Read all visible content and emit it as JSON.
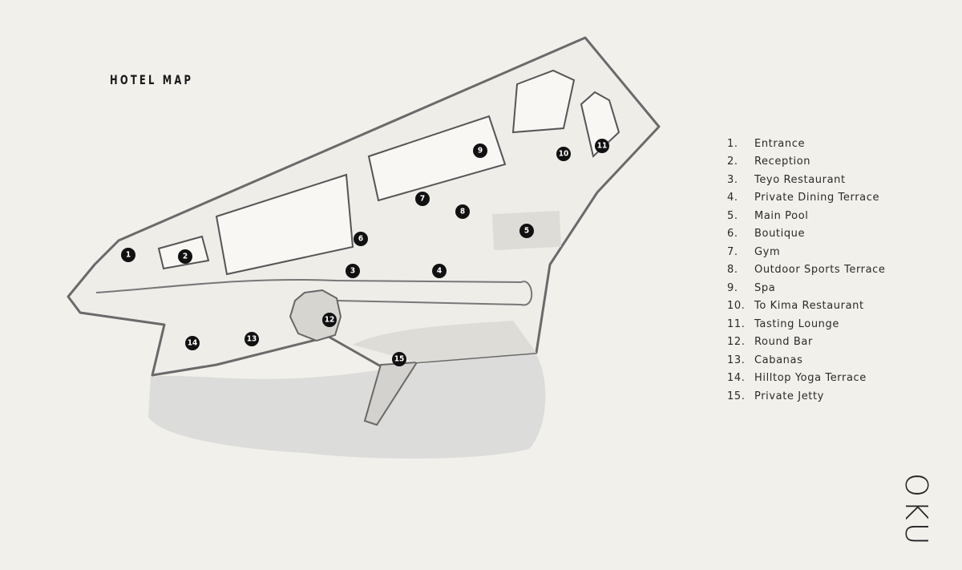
{
  "title": "HOTEL MAP",
  "logo": "OKU",
  "colors": {
    "background": "#f2f0ea",
    "land": "#eeede8",
    "water": "#dcdcda",
    "outline": "#6a6a6a",
    "marker": "#111111"
  },
  "legend": [
    {
      "num": "1.",
      "label": "Entrance"
    },
    {
      "num": "2.",
      "label": "Reception"
    },
    {
      "num": "3.",
      "label": "Teyo Restaurant"
    },
    {
      "num": "4.",
      "label": "Private Dining Terrace"
    },
    {
      "num": "5.",
      "label": "Main Pool"
    },
    {
      "num": "6.",
      "label": "Boutique"
    },
    {
      "num": "7.",
      "label": "Gym"
    },
    {
      "num": "8.",
      "label": "Outdoor Sports Terrace"
    },
    {
      "num": "9.",
      "label": "Spa"
    },
    {
      "num": "10.",
      "label": "To Kima Restaurant"
    },
    {
      "num": "11.",
      "label": "Tasting Lounge"
    },
    {
      "num": "12.",
      "label": "Round Bar"
    },
    {
      "num": "13.",
      "label": "Cabanas"
    },
    {
      "num": "14.",
      "label": "Hilltop Yoga Terrace"
    },
    {
      "num": "15.",
      "label": "Private Jetty"
    }
  ],
  "markers": [
    "1",
    "2",
    "3",
    "4",
    "5",
    "6",
    "7",
    "8",
    "9",
    "10",
    "11",
    "12",
    "13",
    "14",
    "15"
  ]
}
